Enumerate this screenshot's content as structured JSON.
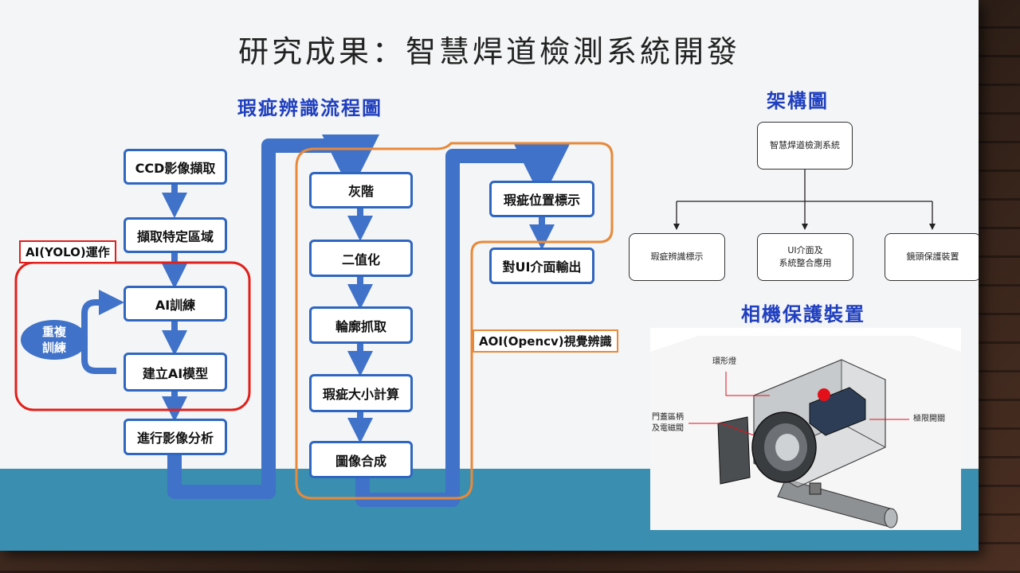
{
  "title": "研究成果：智慧焊道檢測系統開發",
  "flow": {
    "heading": "瑕疵辨識流程圖",
    "col1": [
      "CCD影像擷取",
      "擷取特定區域",
      "AI訓練",
      "建立AI模型",
      "進行影像分析"
    ],
    "col2": [
      "灰階",
      "二值化",
      "輪廓抓取",
      "瑕疵大小計算",
      "圖像合成"
    ],
    "col3": [
      "瑕疵位置標示",
      "對UI介面輸出"
    ],
    "ai_tag": "AI(YOLO)運作",
    "repeat_label": "重複\n訓練",
    "aoi_tag": "AOI(Opencv)視覺辨識"
  },
  "architecture": {
    "heading": "架構圖",
    "root": "智慧焊道檢測系統",
    "children": [
      "瑕疵辨識標示",
      "UI介面及\n系統整合應用",
      "鏡頭保護裝置"
    ]
  },
  "device": {
    "heading": "相機保護裝置",
    "labels": {
      "ring_light": "環形燈",
      "door": "門蓋區柄\n及電磁閥",
      "limit_switch": "極限開關"
    }
  },
  "colors": {
    "flow_blue": "#3f72c8",
    "red_frame": "#e0201c",
    "orange_frame": "#e8893a",
    "heading_blue": "#1f3fbf",
    "teal_band": "#3a8fb0"
  }
}
